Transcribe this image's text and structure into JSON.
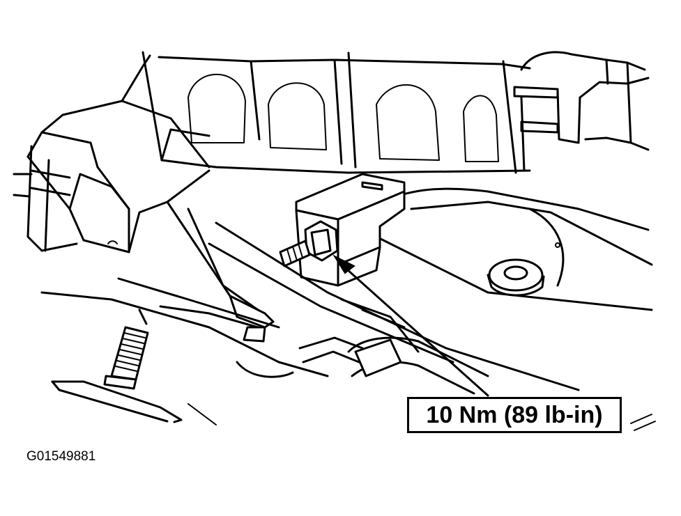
{
  "diagram": {
    "callout": {
      "torque_label": "10 Nm (89 lb-in)"
    },
    "figure_id": "G01549881",
    "colors": {
      "ink": "#000000",
      "background": "#ffffff"
    },
    "icons": {
      "arrow": "pointer-arrow"
    }
  }
}
